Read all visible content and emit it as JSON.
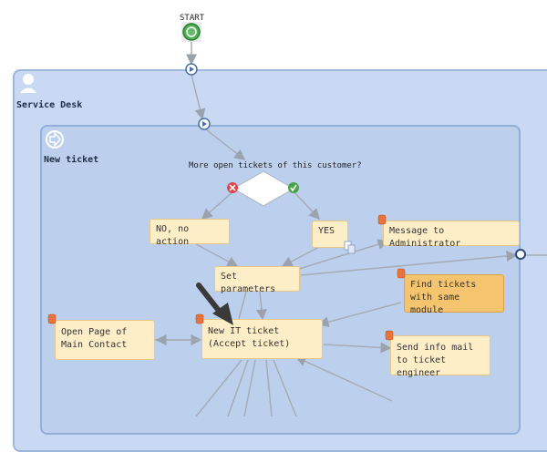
{
  "start": {
    "label": "START"
  },
  "lanes": {
    "service_desk": "Service Desk",
    "new_ticket": "New ticket"
  },
  "gateway": {
    "question": "More open tickets of this customer?"
  },
  "nodes": {
    "no_action": "NO, no action",
    "yes": "YES",
    "message_admin": "Message to Administrator",
    "set_parameters": "Set parameters",
    "find_tickets": "Find tickets with same module",
    "open_page": "Open Page of Main Contact",
    "new_it_ticket": "New IT ticket (Accept ticket)",
    "send_info_mail": "Send info mail to ticket engineer"
  },
  "colors": {
    "lane_fill": "#c9d9f3",
    "subprocess_fill": "#bcd0ee",
    "node_fill": "#fdeec8",
    "highlight_fill": "#f5c46f",
    "start_green": "#4caf50",
    "reject_red": "#e0434a",
    "accept_green": "#47a447"
  }
}
